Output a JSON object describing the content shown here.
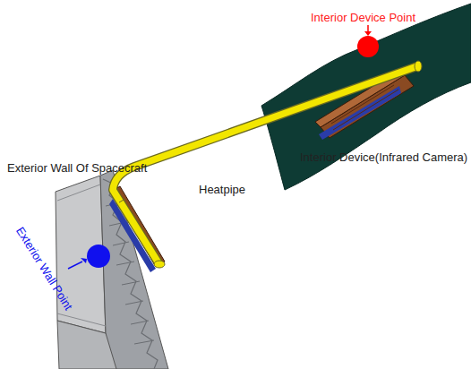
{
  "diagram": {
    "labels": [
      "Interior Device Point",
      "Exterior Wall Of Spacecraft",
      "Heatpipe",
      "Interior Device(Infrared Camera)",
      "Exterior Wall Point"
    ]
  }
}
